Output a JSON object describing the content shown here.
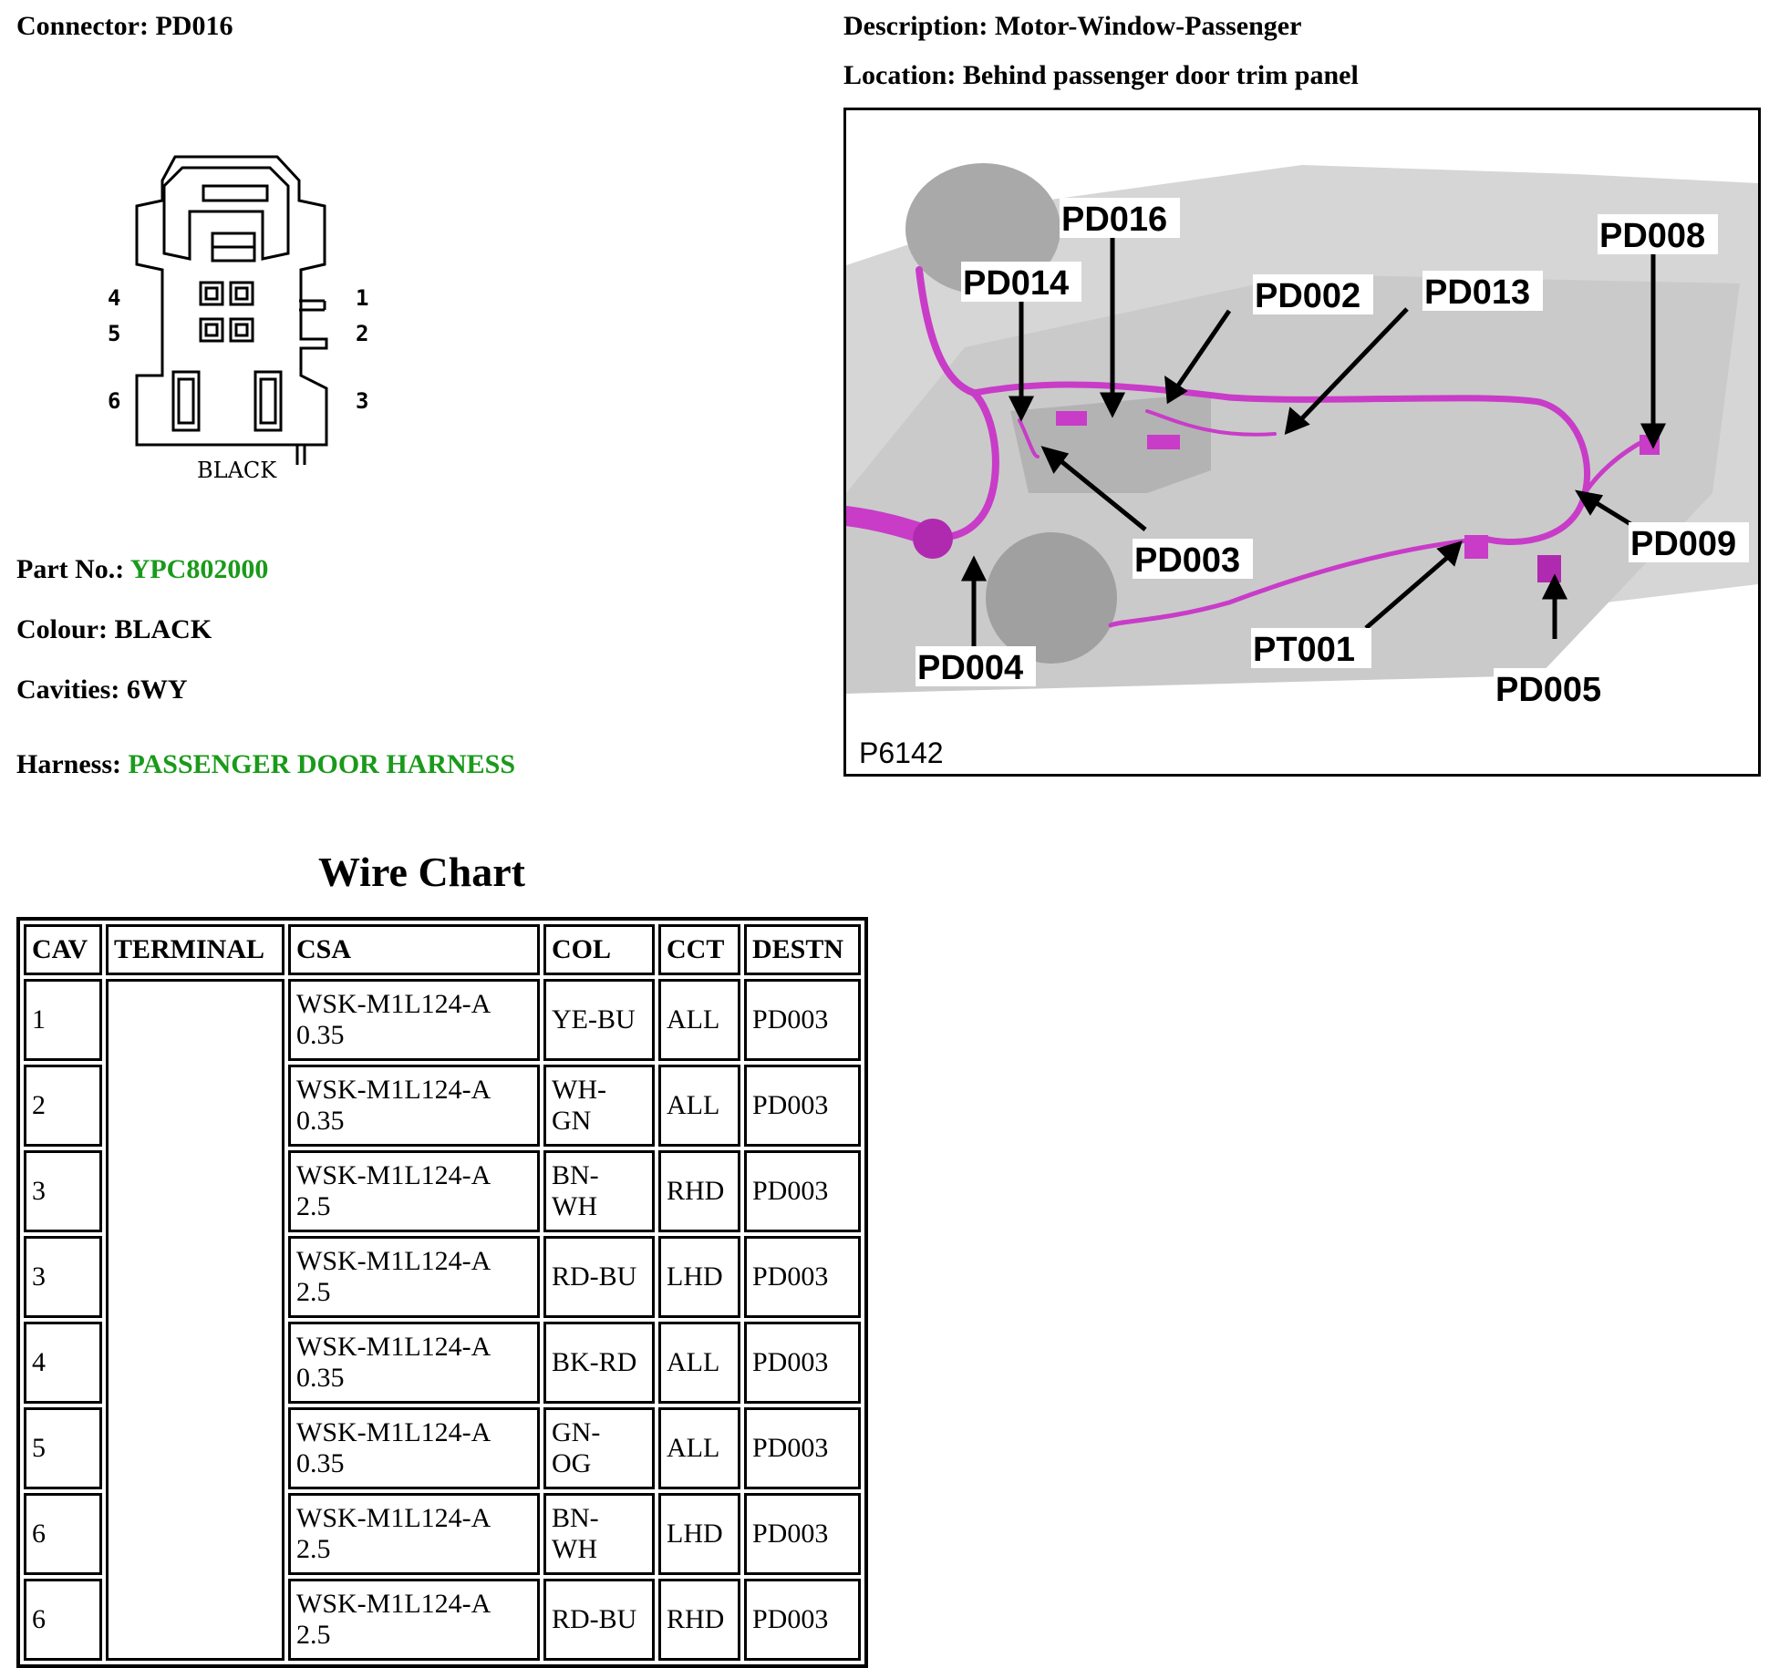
{
  "connector": {
    "label": "Connector:",
    "value": "PD016"
  },
  "description": {
    "label": "Description:",
    "value": "Motor-Window-Passenger"
  },
  "location": {
    "label": "Location:",
    "value": "Behind passenger door trim panel"
  },
  "part_no": {
    "label": "Part No.:",
    "value": "YPC802000"
  },
  "colour": {
    "label": "Colour:",
    "value": "BLACK"
  },
  "cavities": {
    "label": "Cavities:",
    "value": "6WY"
  },
  "harness": {
    "label": "Harness:",
    "value": "PASSENGER DOOR HARNESS"
  },
  "connector_drawing": {
    "pins_left": [
      "4",
      "5",
      "6"
    ],
    "pins_right": [
      "1",
      "2",
      "3"
    ],
    "color_text": "BLACK"
  },
  "locator": {
    "code": "P6142",
    "callouts": [
      "PD016",
      "PD014",
      "PD002",
      "PD013",
      "PD008",
      "PD003",
      "PD009",
      "PD004",
      "PT001",
      "PD005"
    ]
  },
  "wire_chart": {
    "title": "Wire Chart",
    "headers": [
      "CAV",
      "TERMINAL",
      "CSA",
      "COL",
      "CCT",
      "DESTN"
    ],
    "rows": [
      {
        "cav": "1",
        "csa1": "WSK-M1L124-A",
        "csa2": "0.35",
        "col1": "YE-BU",
        "col2": "",
        "cct": "ALL",
        "destn": "PD003"
      },
      {
        "cav": "2",
        "csa1": "WSK-M1L124-A",
        "csa2": "0.35",
        "col1": "WH-",
        "col2": "GN",
        "cct": "ALL",
        "destn": "PD003"
      },
      {
        "cav": "3",
        "csa1": "WSK-M1L124-A",
        "csa2": "2.5",
        "col1": "BN-",
        "col2": "WH",
        "cct": "RHD",
        "destn": "PD003"
      },
      {
        "cav": "3",
        "csa1": "WSK-M1L124-A",
        "csa2": "2.5",
        "col1": "RD-BU",
        "col2": "",
        "cct": "LHD",
        "destn": "PD003"
      },
      {
        "cav": "4",
        "csa1": "WSK-M1L124-A",
        "csa2": "0.35",
        "col1": "BK-RD",
        "col2": "",
        "cct": "ALL",
        "destn": "PD003"
      },
      {
        "cav": "5",
        "csa1": "WSK-M1L124-A",
        "csa2": "0.35",
        "col1": "GN-",
        "col2": "OG",
        "cct": "ALL",
        "destn": "PD003"
      },
      {
        "cav": "6",
        "csa1": "WSK-M1L124-A",
        "csa2": "2.5",
        "col1": "BN-",
        "col2": "WH",
        "cct": "LHD",
        "destn": "PD003"
      },
      {
        "cav": "6",
        "csa1": "WSK-M1L124-A",
        "csa2": "2.5",
        "col1": "RD-BU",
        "col2": "",
        "cct": "RHD",
        "destn": "PD003"
      }
    ]
  },
  "colors": {
    "green_value": "#1a9a1a",
    "harness_wire": "#c83cc8"
  }
}
